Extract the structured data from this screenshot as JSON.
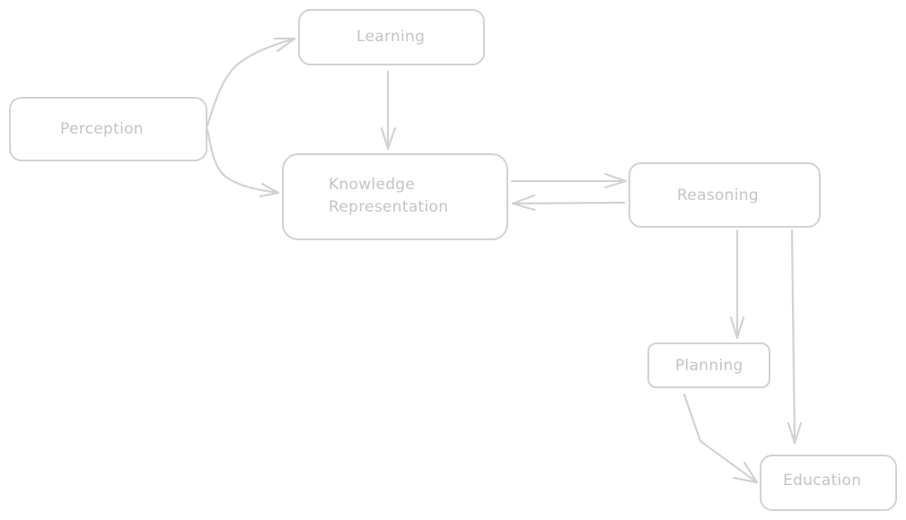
{
  "diagram": {
    "stroke_color": "#d2d2d2",
    "text_color": "#c4c4c4",
    "nodes": {
      "perception": {
        "label": "Perception"
      },
      "learning": {
        "label": "Learning"
      },
      "knowledge": {
        "label_line1": "Knowledge",
        "label_line2": "Representation"
      },
      "reasoning": {
        "label": "Reasoning"
      },
      "planning": {
        "label": "Planning"
      },
      "education": {
        "label": "Education"
      }
    },
    "edges": [
      {
        "from": "Perception",
        "to": "Learning"
      },
      {
        "from": "Perception",
        "to": "Knowledge Representation"
      },
      {
        "from": "Learning",
        "to": "Knowledge Representation"
      },
      {
        "from": "Knowledge Representation",
        "to": "Reasoning"
      },
      {
        "from": "Reasoning",
        "to": "Knowledge Representation"
      },
      {
        "from": "Reasoning",
        "to": "Planning"
      },
      {
        "from": "Reasoning",
        "to": "Education"
      },
      {
        "from": "Planning",
        "to": "Education"
      }
    ]
  }
}
